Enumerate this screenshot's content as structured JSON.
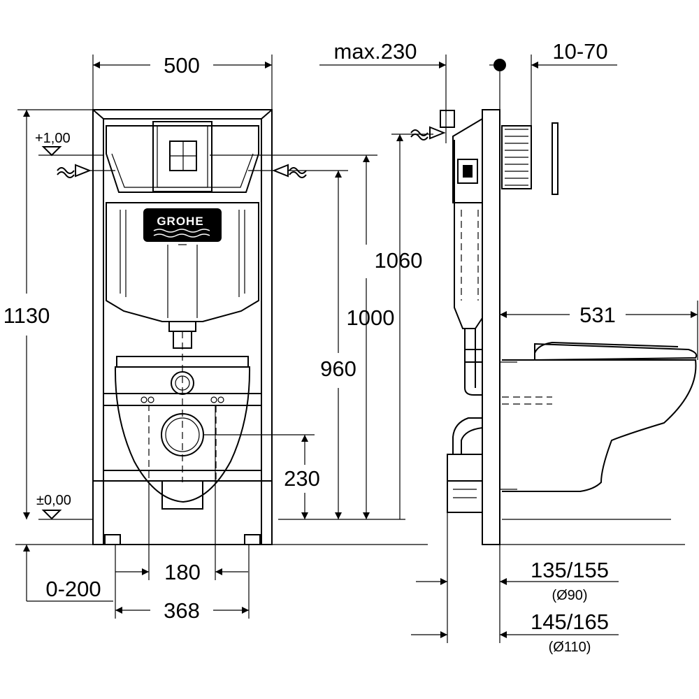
{
  "brand": "GROHE",
  "dimensions": {
    "frame_width": "500",
    "max_depth": "max.230",
    "wall_range": "10-70",
    "frame_height": "1130",
    "cistern_height": "1060",
    "inlet_height": "1000",
    "flush_height": "960",
    "drain_height": "230",
    "bolt_spacing": "180",
    "foot_range": "0-200",
    "feet_width": "368",
    "projection": "531",
    "outlet_depth_90": "135/155",
    "outlet_dia_90": "(Ø90)",
    "outlet_depth_110": "145/165",
    "outlet_dia_110": "(Ø110)"
  },
  "levels": {
    "upper": "+1,00",
    "floor": "±0,00"
  }
}
